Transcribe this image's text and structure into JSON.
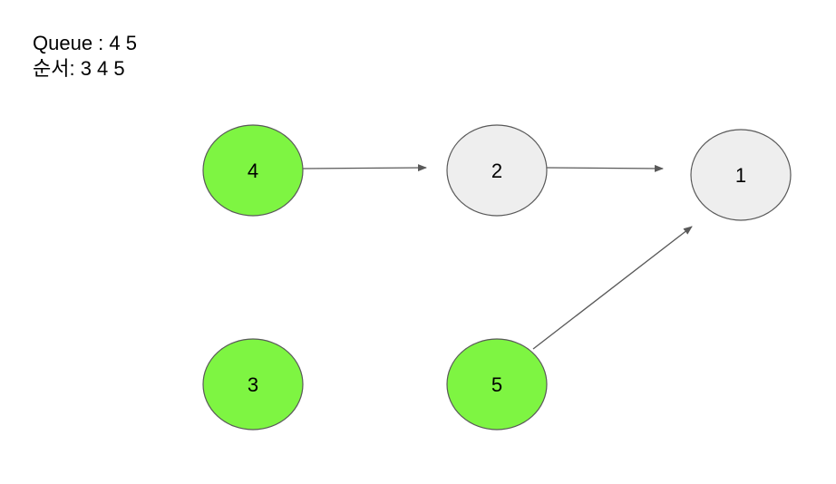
{
  "status": {
    "queue_text": "Queue : 4 5",
    "order_text": "순서: 3 4 5"
  },
  "colors": {
    "visited": "#7ef542",
    "unvisited": "#eeeeee",
    "stroke": "#595959",
    "edge": "#595959"
  },
  "graph": {
    "nodes": [
      {
        "id": "4",
        "label": "4",
        "state": "visited"
      },
      {
        "id": "2",
        "label": "2",
        "state": "unvisited"
      },
      {
        "id": "1",
        "label": "1",
        "state": "unvisited"
      },
      {
        "id": "3",
        "label": "3",
        "state": "visited"
      },
      {
        "id": "5",
        "label": "5",
        "state": "visited"
      }
    ],
    "edges": [
      {
        "from": "4",
        "to": "2"
      },
      {
        "from": "2",
        "to": "1"
      },
      {
        "from": "5",
        "to": "1"
      }
    ]
  }
}
